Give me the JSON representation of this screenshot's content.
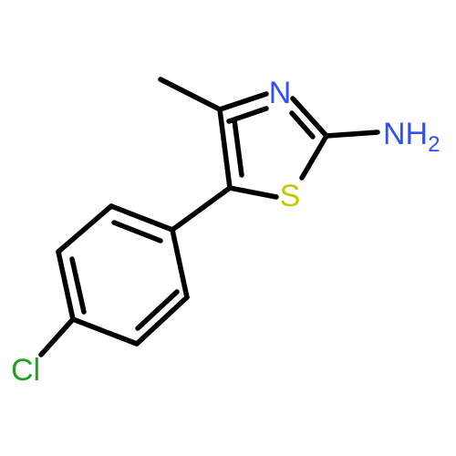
{
  "molecule": {
    "atoms": {
      "nitrogen": {
        "symbol": "N",
        "color": "#3050F8"
      },
      "sulfur": {
        "symbol": "S",
        "color": "#C6C600"
      },
      "amine": {
        "symbol": "NH",
        "subscript": "2",
        "color": "#3050F8"
      },
      "chlorine": {
        "symbol": "Cl",
        "color": "#1FA01F"
      }
    },
    "bond_color": "#000000",
    "background": "#ffffff"
  }
}
